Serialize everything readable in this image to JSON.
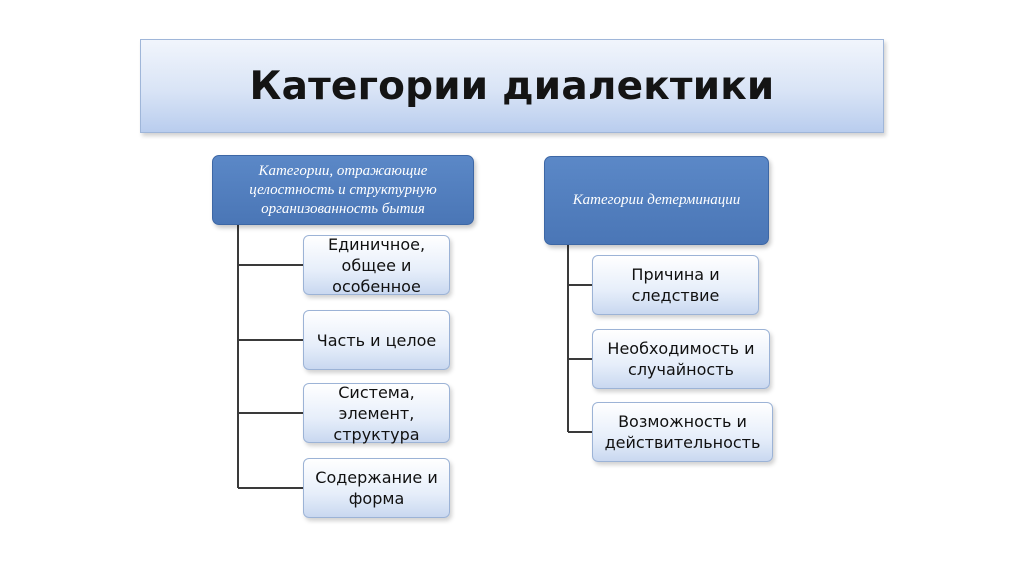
{
  "title": "Категории диалектики",
  "left": {
    "header": "Категории, отражающие\nцелостность и структурную\nорганизованность бытия",
    "items": [
      "Единичное,\nобщее и\nособенное",
      "Часть и целое",
      "Система,\nэлемент,\nструктура",
      "Содержание и\nформа"
    ]
  },
  "right": {
    "header": "Категории детерминации",
    "items": [
      "Причина и\nследствие",
      "Необходимость и\nслучайность",
      "Возможность и\nдействительность"
    ]
  },
  "colors": {
    "header_fill": "#4a76b6",
    "item_fill": "#dbe6f7",
    "title_fill": "#c9d8f2",
    "connector": "#3a3a3a"
  }
}
